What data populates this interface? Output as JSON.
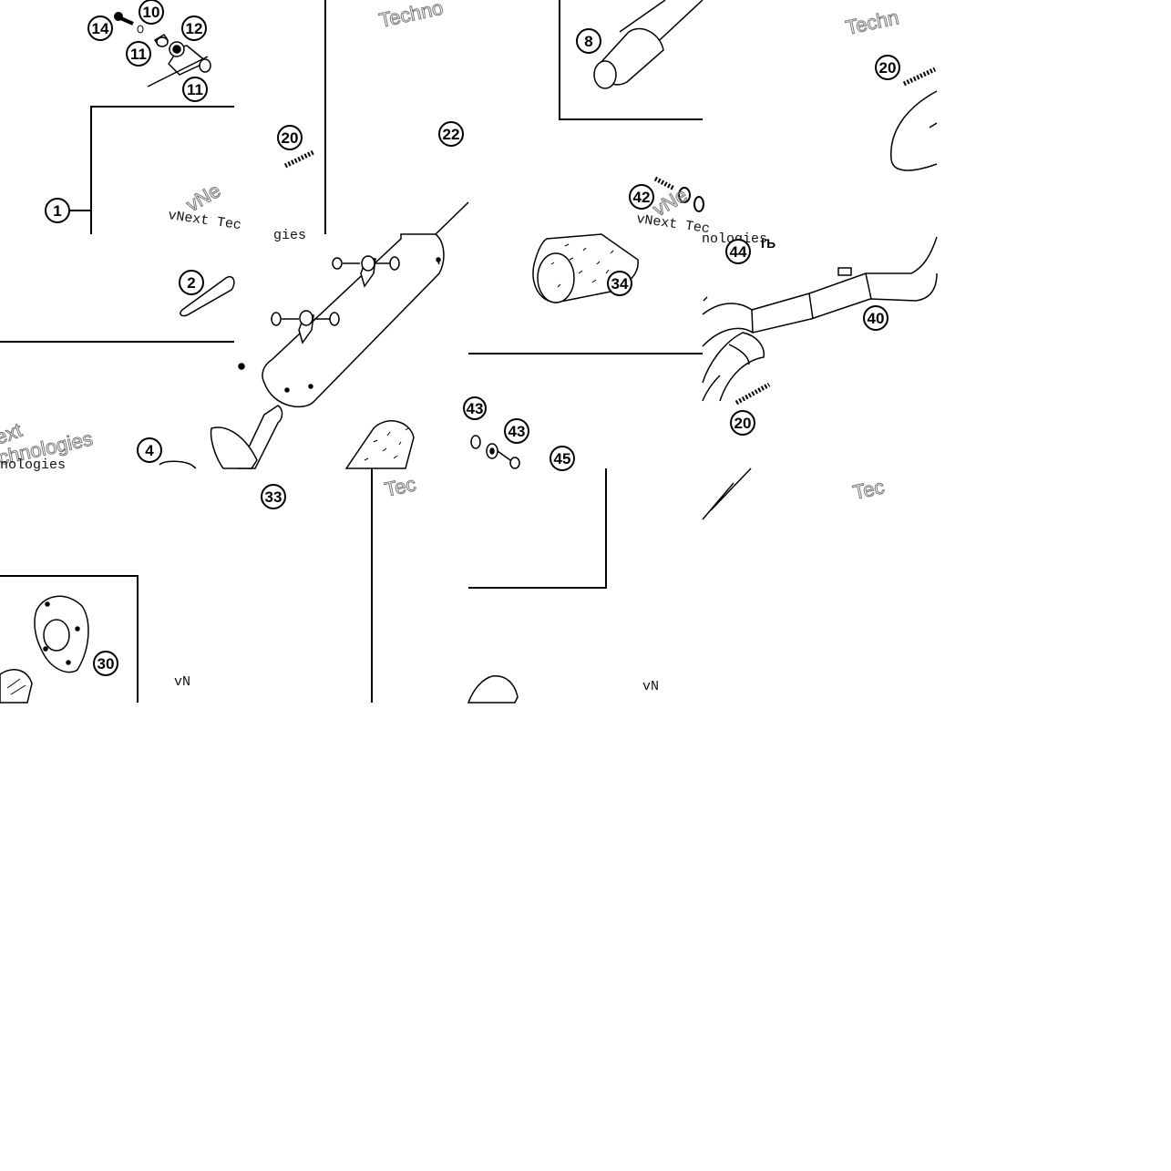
{
  "diagram": {
    "callouts": {
      "c14": "14",
      "c10": "10",
      "c12": "12",
      "c11a": "11",
      "c11b": "11",
      "c1": "1",
      "c20a": "20",
      "c22": "22",
      "c8": "8",
      "c20b": "20",
      "c42": "42",
      "c44": "44",
      "c2": "2",
      "c34": "34",
      "c40": "40",
      "c4": "4",
      "c33": "33",
      "c43a": "43",
      "c43b": "43",
      "c45": "45",
      "c20c": "20",
      "c30": "30"
    },
    "watermarks": {
      "techno_1": "Techno",
      "techn_2": "Techn",
      "vnext_tec_1": "vNext Tec",
      "vnext_tec_2": "vNext Tec",
      "ne_1": "vNe",
      "ne_2": "vNe",
      "ext_1": "ext",
      "chnologies": "chnologies",
      "nologies_small": "nologies",
      "nologies_small_2": "nologies",
      "tec_1": "Tec",
      "tec_2": "Tec",
      "vn_1": "vN",
      "vn_2": "vN",
      "gies_1": "gies"
    }
  }
}
